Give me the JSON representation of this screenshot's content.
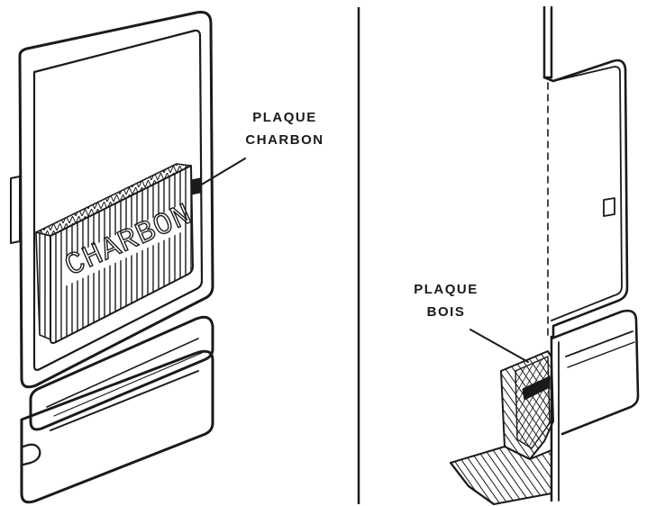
{
  "labels": {
    "charcoal_plate": {
      "line1": "PLAQUE",
      "line2": "CHARBON"
    },
    "wood_plate": {
      "line1": "PLAQUE",
      "line2": "BOIS"
    },
    "plate_lettering": "CHARBON"
  },
  "colors": {
    "ink": "#1a1a1a",
    "paper": "#ffffff"
  }
}
